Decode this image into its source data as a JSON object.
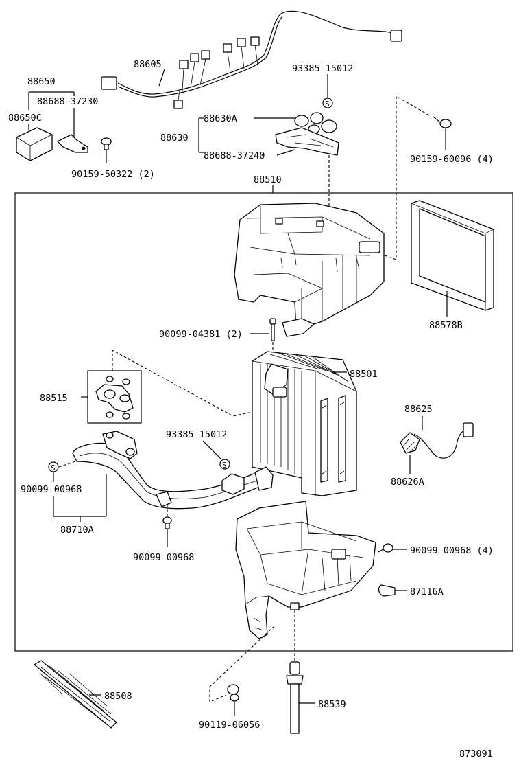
{
  "labels": {
    "p88605": "88605",
    "p88650": "88650",
    "p88688_37230": "88688-37230",
    "p88650C": "88650C",
    "p90159_50322": "90159-50322 (2)",
    "p93385_top": "93385-15012",
    "p88630A": "88630A",
    "p88630": "88630",
    "p88688_37240": "88688-37240",
    "p90159_60096": "90159-60096 (4)",
    "p88510": "88510",
    "p88578B": "88578B",
    "p90099_04381": "90099-04381 (2)",
    "p88501": "88501",
    "p88515": "88515",
    "p93385_mid": "93385-15012",
    "p88625": "88625",
    "p88626A": "88626A",
    "p90099_00968_left": "90099-00968",
    "p88710A": "88710A",
    "p90099_00968_mid": "90099-00968",
    "p90099_00968_right": "90099-00968 (4)",
    "p87116A": "87116A",
    "p88508": "88508",
    "p88539": "88539",
    "p90119_06056": "90119-06056",
    "diagram_number": "873091"
  },
  "seal_marks": {
    "top": "S",
    "mid": "S",
    "left": "S"
  }
}
